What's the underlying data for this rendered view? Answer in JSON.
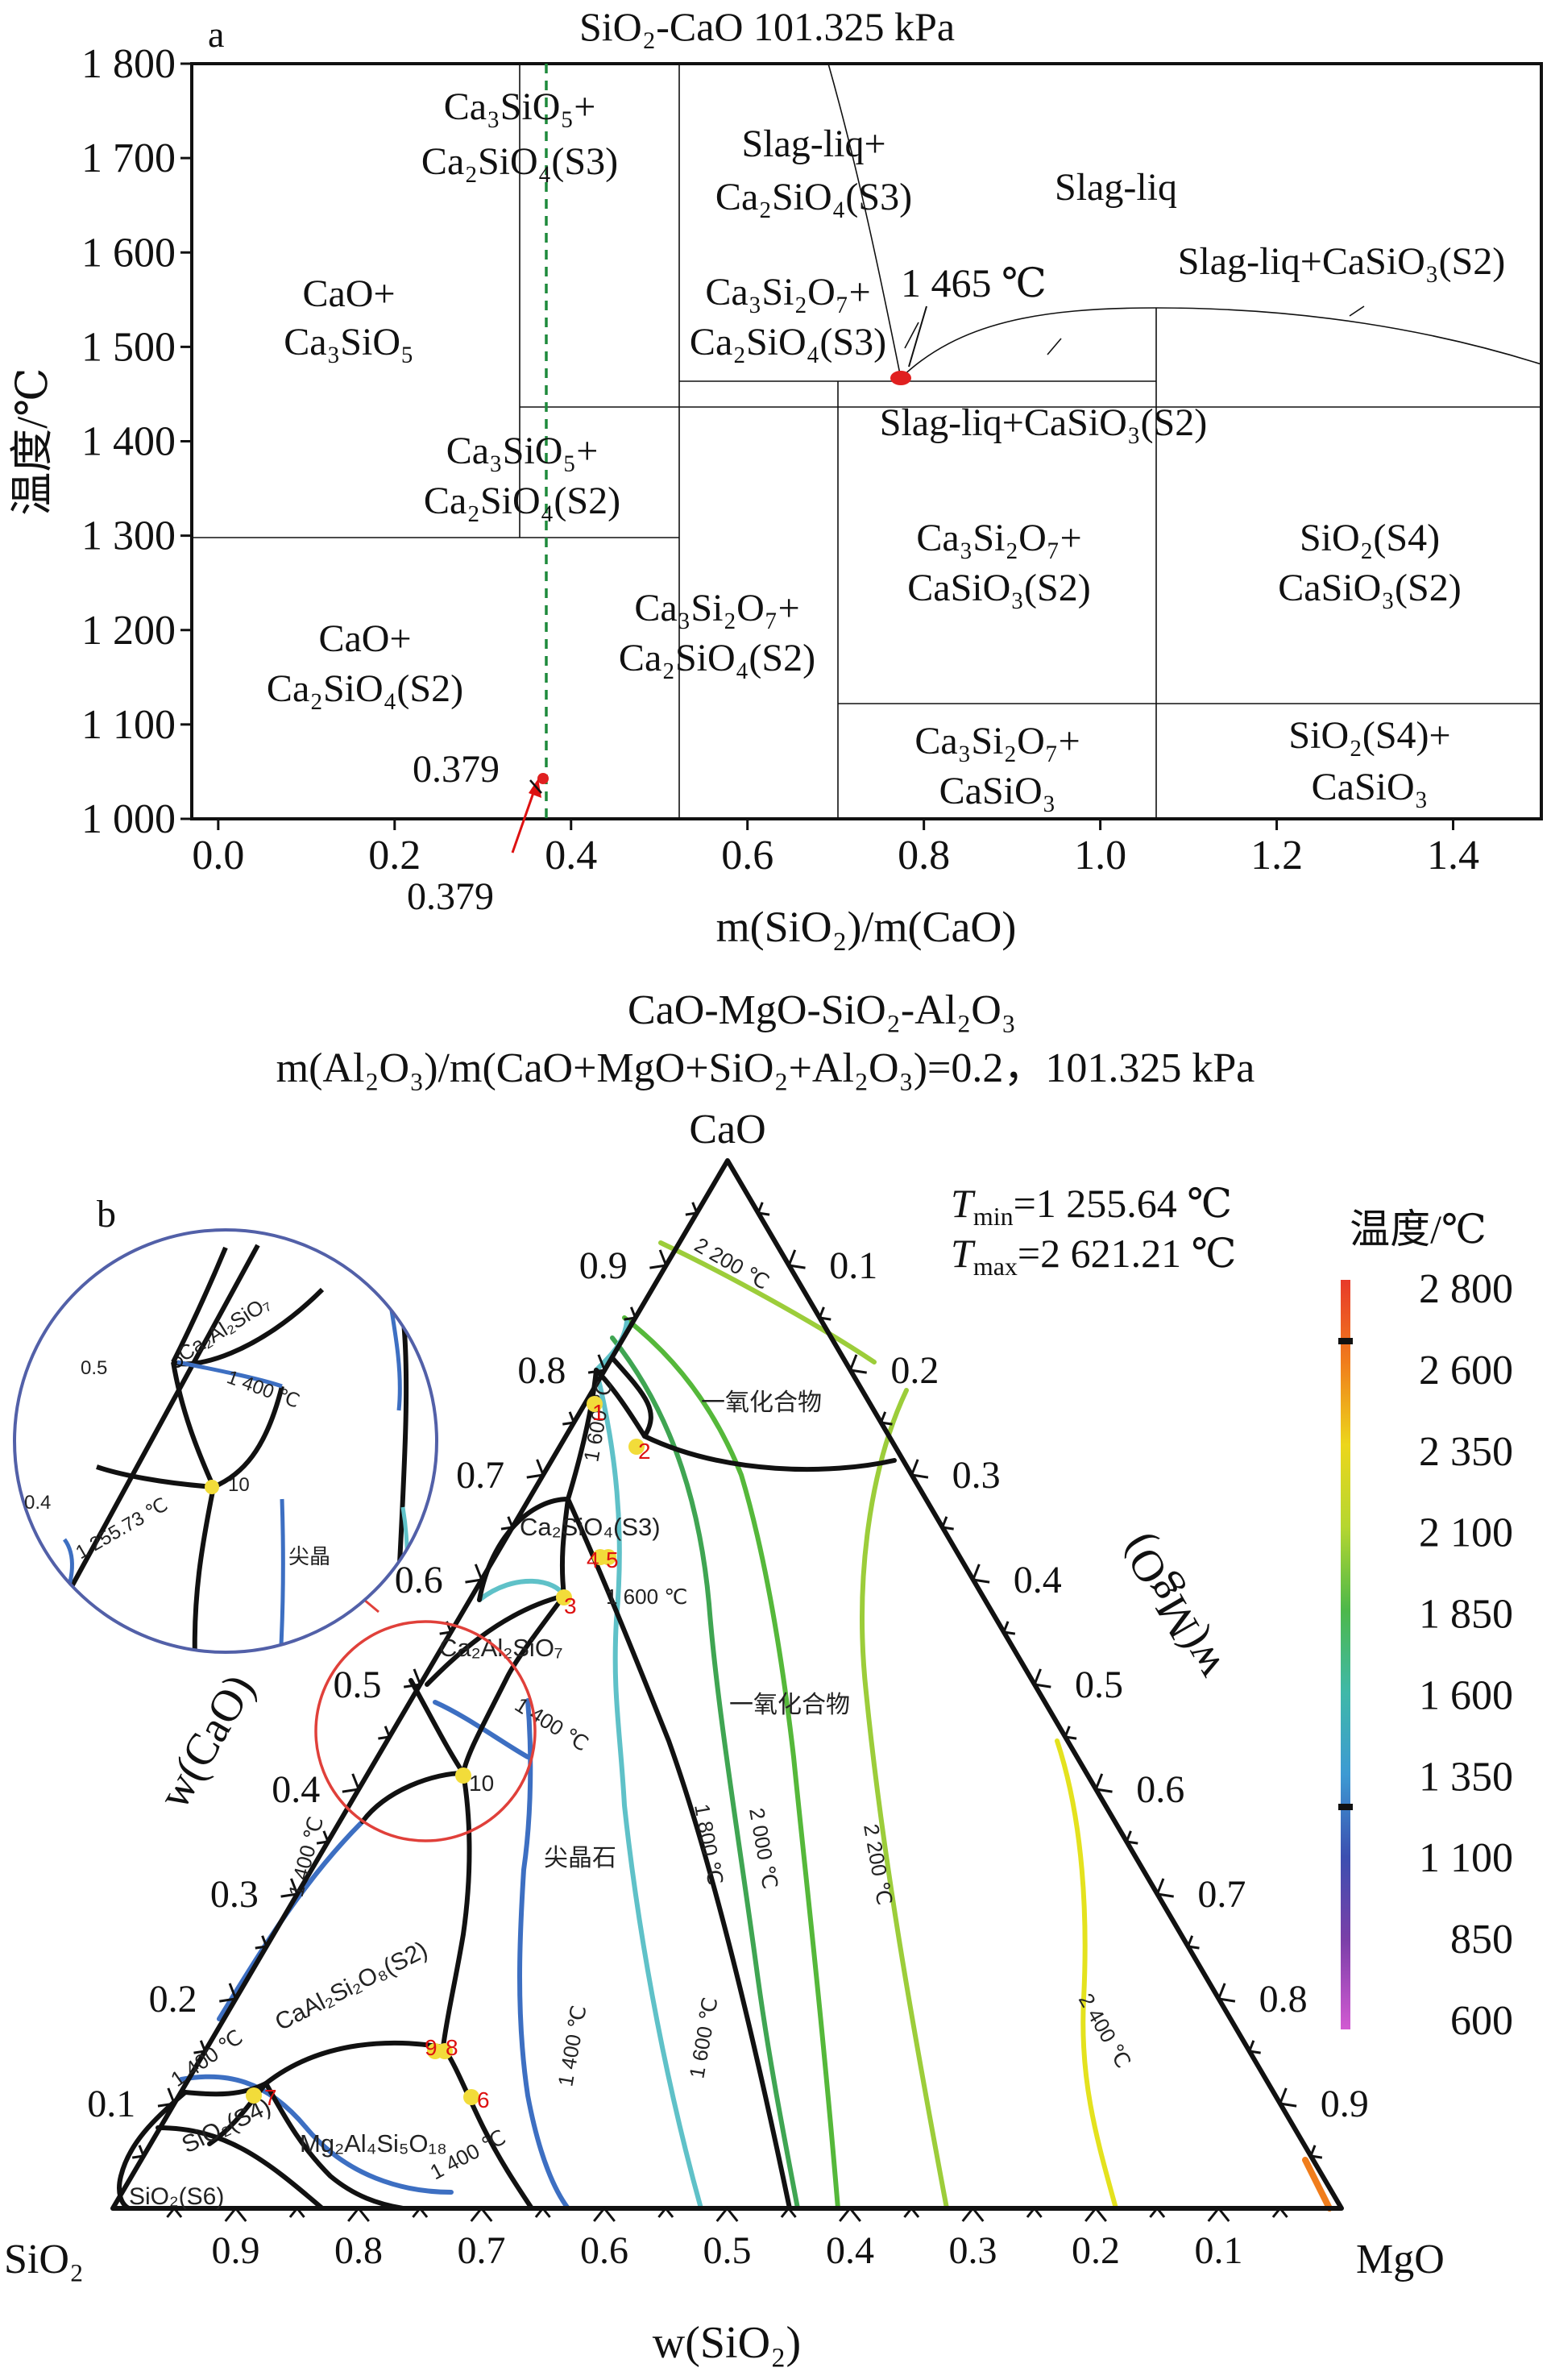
{
  "panel_a": {
    "label": "a",
    "title": "SiO₂-CaO 101.325 kPa",
    "ylabel": "温度/℃",
    "xlabel": "m(SiO₂)/m(CaO)",
    "x_ticks": [
      "0.0",
      "0.2",
      "0.4",
      "0.6",
      "0.8",
      "1.0",
      "1.2",
      "1.4"
    ],
    "y_ticks": [
      "1 000",
      "1 100",
      "1 200",
      "1 300",
      "1 400",
      "1 500",
      "1 600",
      "1 700",
      "1 800"
    ],
    "regions": [
      {
        "l1": "Ca₃SiO₅+",
        "l2": "Ca₂SiO₄(S3)"
      },
      {
        "l1": "Slag-liq+",
        "l2": "Ca₂SiO₄(S3)"
      },
      {
        "l1": "Slag-liq",
        "l2": ""
      },
      {
        "l1": "Slag-liq+CaSiO₃(S2)",
        "l2": ""
      },
      {
        "l1": "CaO+",
        "l2": "Ca₃SiO₅"
      },
      {
        "l1": "Ca₃Si₂O₇+",
        "l2": "Ca₂SiO₄(S3)"
      },
      {
        "l1": "Slag-liq+CaSiO₃(S2)",
        "l2": ""
      },
      {
        "l1": "Ca₃SiO₅+",
        "l2": "Ca₂SiO₄(S2)"
      },
      {
        "l1": "Ca₃Si₂O₇+",
        "l2": "CaSiO₃(S2)"
      },
      {
        "l1": "SiO₂(S4)",
        "l2": "CaSiO₃(S2)"
      },
      {
        "l1": "Ca₃Si₂O₇+",
        "l2": "Ca₂SiO₄(S2)"
      },
      {
        "l1": "CaO+",
        "l2": "Ca₂SiO₄(S2)"
      },
      {
        "l1": "Ca₃Si₂O₇+",
        "l2": "CaSiO₃"
      },
      {
        "l1": "SiO₂(S4)+",
        "l2": "CaSiO₃"
      }
    ],
    "annotations": {
      "eutectic": "1 465 ℃",
      "ratio_upper": "0.379",
      "ratio_lower": "0.379"
    }
  },
  "panel_b": {
    "label": "b",
    "title_line1": "CaO-MgO-SiO₂-Al₂O₃",
    "title_line2": "m(Al₂O₃)/m(CaO+MgO+SiO₂+Al₂O₃)=0.2，101.325 kPa",
    "vertex_top": "CaO",
    "vertex_left": "SiO₂",
    "vertex_right": "MgO",
    "left_axis_label": "w(CaO)",
    "bottom_axis_label": "w(SiO₂)",
    "right_axis_label": "w(MgO)",
    "left_ticks": [
      "0.1",
      "0.2",
      "0.3",
      "0.4",
      "0.5",
      "0.6",
      "0.7",
      "0.8",
      "0.9"
    ],
    "bottom_ticks": [
      "0.9",
      "0.8",
      "0.7",
      "0.6",
      "0.5",
      "0.4",
      "0.3",
      "0.2",
      "0.1"
    ],
    "right_ticks": [
      "0.1",
      "0.2",
      "0.3",
      "0.4",
      "0.5",
      "0.6",
      "0.7",
      "0.8",
      "0.9"
    ],
    "tmin": "T min=1 255.64 ℃",
    "tmin_T": "T",
    "tmin_sub": "min",
    "tmin_val": "=1 255.64 ℃",
    "tmax_T": "T",
    "tmax_sub": "max",
    "tmax_val": "=2 621.21 ℃",
    "phase_labels": {
      "monoxide_1": "一氧化合物",
      "monoxide_2": "一氧化合物",
      "ca2sio4": "Ca₂SiO₄(S3)",
      "gehlenite": "Ca₂Al₂SiO₇",
      "spinel": "尖晶石",
      "anorthite": "CaAl₂Si₂O₈(S2)",
      "cordierite": "Mg₂Al₄Si₅O₁₈",
      "sio2_s4": "SiO₂(S4)",
      "sio2_s6": "SiO₂(S6)"
    },
    "isotherm_labels": [
      "2 200 ℃",
      "1 600 ℃",
      "1 600 ℃",
      "1 400 ℃",
      "1 800 ℃",
      "2 000 ℃",
      "2 200 ℃",
      "1 400 ℃",
      "1 400 ℃",
      "1 600 ℃",
      "2 400 ℃",
      "1 400 ℃",
      "1 400 ℃"
    ],
    "points": [
      "1",
      "2",
      "3",
      "4",
      "5",
      "6",
      "7",
      "8",
      "9",
      "10"
    ],
    "inset": {
      "label_tick_05": "0.5",
      "label_tick_04": "0.4",
      "gehlenite": "Ca₂Al₂SiO₇",
      "isotherm": "1 400 ℃",
      "tmin_point": "1 255.73 ℃",
      "point": "10",
      "spinel": "尖晶"
    },
    "colorbar": {
      "title": "温度/℃",
      "ticks": [
        "2 800",
        "2 600",
        "2 350",
        "2 100",
        "1 850",
        "1 600",
        "1 350",
        "1 100",
        "850",
        "600"
      ]
    }
  },
  "colors": {
    "thin_boundary": "#111111",
    "eutectic_marker": "#e02020",
    "dashed_line": "#1e8a3c",
    "iso_1400": "#3d6fc2",
    "iso_1600": "#5fc1c8",
    "iso_1800": "#3fa552",
    "iso_2000": "#55b83a",
    "iso_2200": "#9ccd3a",
    "iso_2400": "#e4e21e",
    "iso_2600": "#f07d1c",
    "circle": "#e0403a",
    "inset_ring": "#5260a8"
  }
}
